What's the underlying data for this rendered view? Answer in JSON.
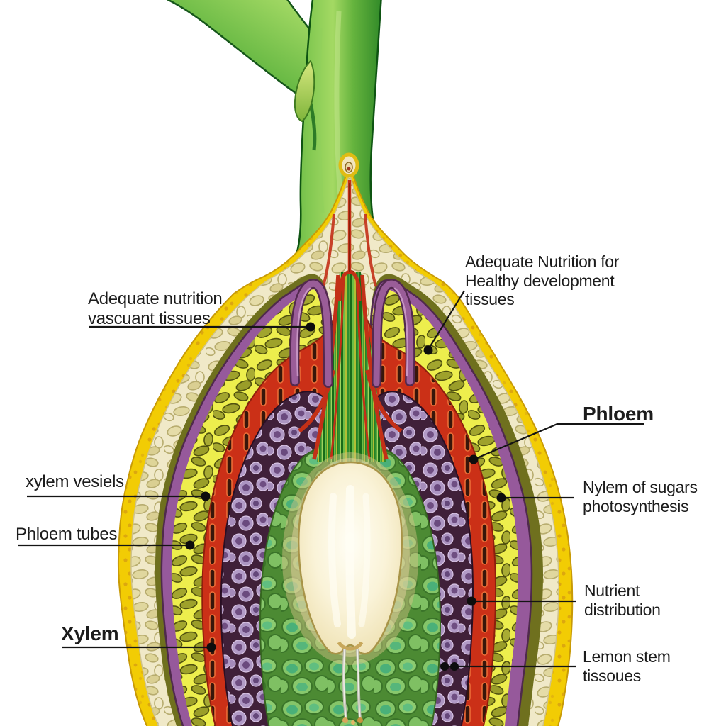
{
  "labels": {
    "adequate_left": {
      "text": "Adequate nutrition\nvascuant tissues"
    },
    "adequate_right": {
      "text": "Adequate Nutrition for\nHealthy development\ntissues"
    },
    "phloem": {
      "text": "Phloem"
    },
    "nylem": {
      "text": "Nylem of sugars\nphotosynthesis"
    },
    "nutrient": {
      "text": "Nutrient\ndistribution"
    },
    "lemon": {
      "text": "Lemon stem\ntissoues"
    },
    "xylem_vesiels": {
      "text": "xylem vesiels"
    },
    "phloem_tubes": {
      "text": "Phloem tubes"
    },
    "xylem": {
      "text": "Xylem"
    }
  },
  "colors": {
    "outer_epidermis": "#F2CC04",
    "cortex_cream": "#F0E9C8",
    "phloem_purple": "#96599B",
    "chlorenchyma_yellow_green": "#EDEE4D",
    "xylem_red": "#CB3017",
    "pith_cell_green": "#82C366",
    "nutrient_cell_purple": "#B19AC6",
    "stem_green": "#3E9633",
    "label_text": "#1C1C1C",
    "leader_line": "#141414"
  }
}
